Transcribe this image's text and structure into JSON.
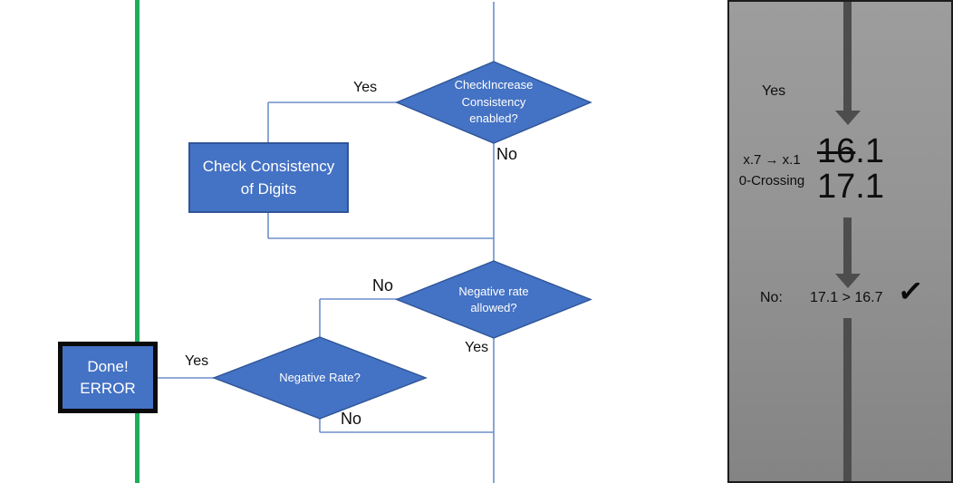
{
  "colors": {
    "shape_blue": "#4472C4",
    "shape_border_blue": "#2F5597",
    "connector_blue": "#6E8FCB",
    "green_line": "#1CAF5A",
    "panel_gray_top": "#9D9D9D",
    "panel_gray_bottom": "#848484",
    "arrow_gray": "#4D4D4D"
  },
  "flowchart": {
    "decision_check_increase": {
      "label": "CheckIncrease\nConsistency\nenabled?",
      "yes_label": "Yes",
      "no_label": "No"
    },
    "process_check_digits": {
      "label": "Check Consistency\nof Digits"
    },
    "decision_negative_allowed": {
      "label": "Negative rate\nallowed?",
      "no_label": "No",
      "yes_label": "Yes"
    },
    "decision_negative_rate": {
      "label": "Negative Rate?",
      "yes_label": "Yes",
      "no_label": "No"
    },
    "terminator_done": {
      "label": "Done!\nERROR"
    }
  },
  "side_panel": {
    "yes_label": "Yes",
    "rule_note": "x.7 → x.1\n0-Crossing",
    "old_value_struck": "16",
    "old_value_tail": ".1",
    "new_value": "17.1",
    "result_label": "No:",
    "result_comparison": "17.1 > 16.7",
    "checkmark": "✓"
  }
}
